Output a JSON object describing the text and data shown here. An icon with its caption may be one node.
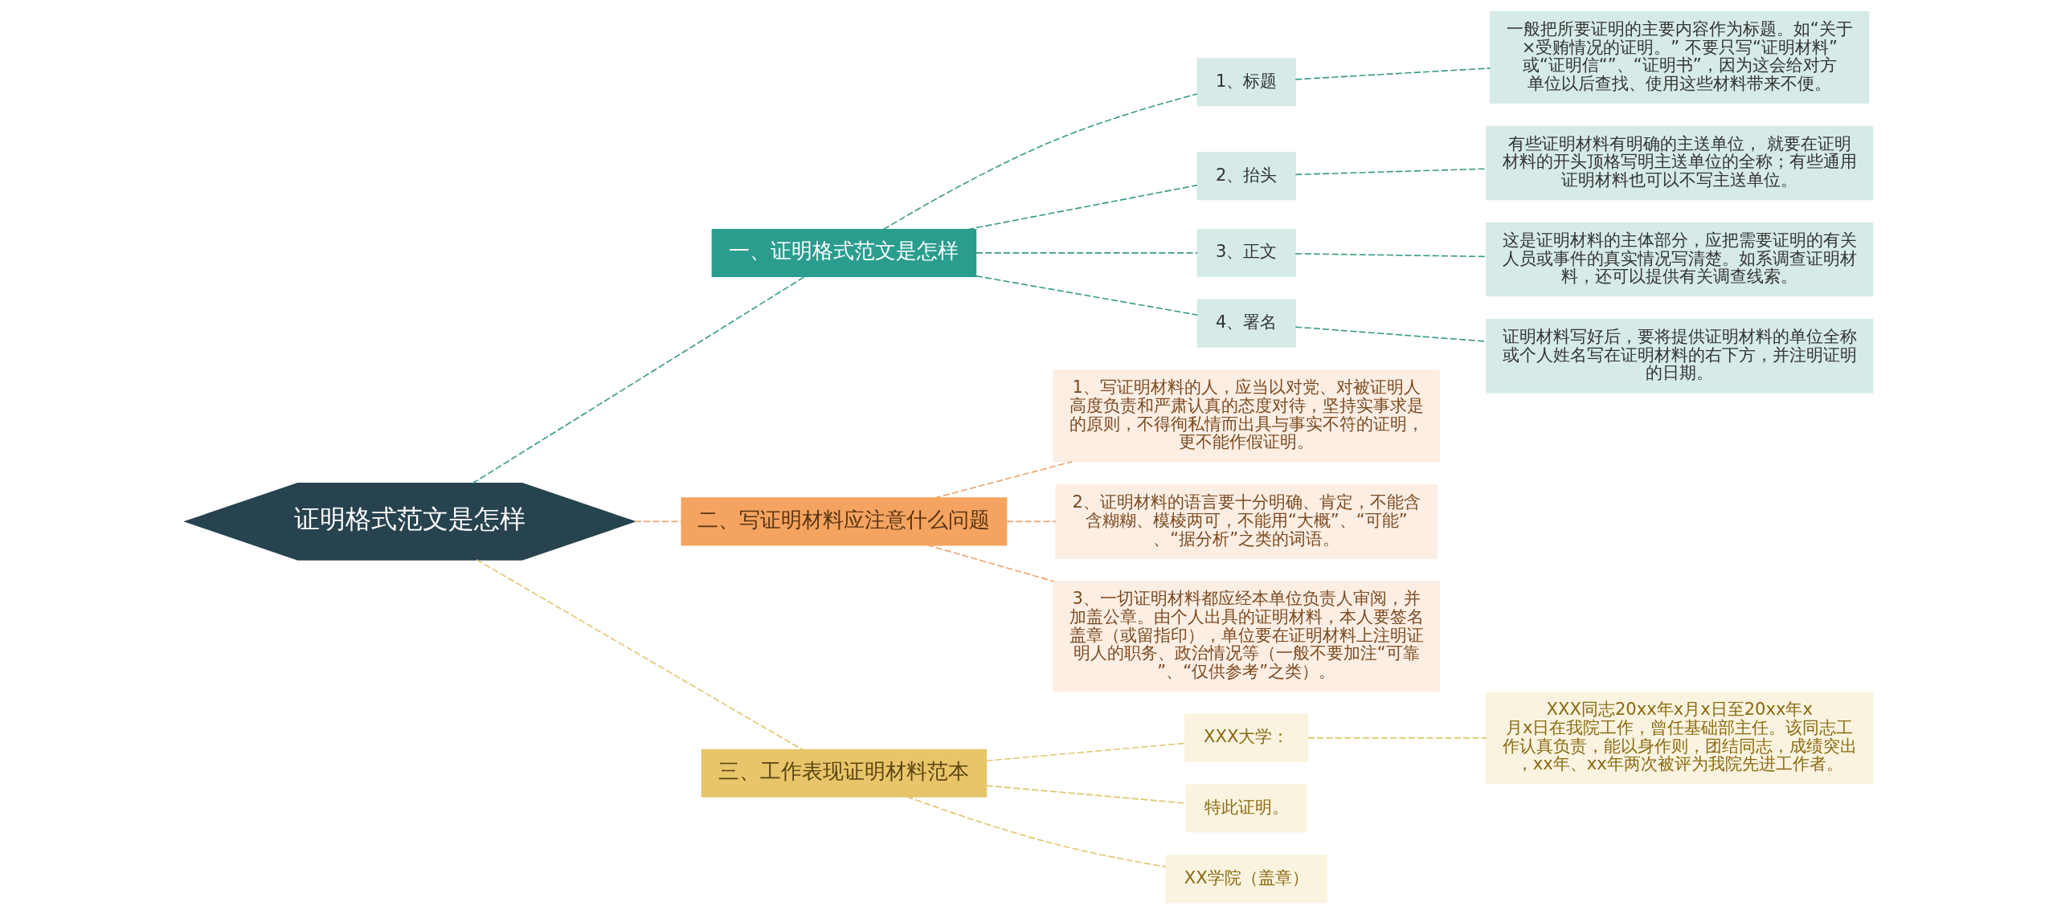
{
  "diagram": {
    "nodes": [
      {
        "text": [
          "证明格式范文是怎样"
        ]
      },
      {
        "text": [
          "一、证明格式范文是怎样"
        ]
      },
      {
        "text": [
          "1、标题"
        ]
      },
      {
        "text": [
          "一般把所要证明的主要内容作为标题。如“关于×受贿情况的证明。” 不要只写“证明材料”或“证明信“”、“证明书”，因为这会给对方单位以后查找、使用这些材料带来不便。"
        ]
      },
      {
        "text": [
          "2、抬头"
        ]
      },
      {
        "text": [
          "有些证明材料有明确的主送单位， 就要在证明材料的开头顶格写明主送单位的全称；有些通用证明材料也可以不写主送单位。"
        ]
      },
      {
        "text": [
          "3、正文"
        ]
      },
      {
        "text": [
          "这是证明材料的主体部分，应把需要证明的有关人员或事件的真实情况写清楚。如系调查证明材料，还可以提供有关调查线索。"
        ]
      },
      {
        "text": [
          "4、署名"
        ]
      },
      {
        "text": [
          "证明材料写好后，要将提供证明材料的单位全称或个人姓名写在证明材料的右下方，并注明证明的日期。"
        ]
      },
      {
        "text": [
          "二、写证明材料应注意什么问题"
        ]
      },
      {
        "text": [
          "1、写证明材料的人，应当以对党、对被证明人高度负责和严肃认真的态度对待，坚持实事求是的原则，不得徇私情而出具与事实不符的证明，更不能作假证明。"
        ]
      },
      {
        "text": [
          "2、证明材料的语言要十分明确、肯定，不能含含糊糊、模棱两可，不能用“大概”、“可能”、“据分析”之类的词语。"
        ]
      },
      {
        "text": [
          "3、一切证明材料都应经本单位负责人审阅，并加盖公章。由个人出具的证明材料，本人要签名盖章（或留指印），单位要在证明材料上注明证明人的职务、政治情况等（一般不要加注“可靠”、“仅供参考”之类）。"
        ]
      },
      {
        "text": [
          "三、工作表现证明材料范本"
        ]
      },
      {
        "text": [
          "XXX大学："
        ]
      },
      {
        "text": [
          "XXX同志20xx年x月x日至20xx年x月x日在我院工作，曾任基础部主任。该同志工作认真负责，能以身作则，团结同志，成绩突出，xx年、xx年两次被评为我院先进工作者。"
        ]
      },
      {
        "text": [
          "特此证明。"
        ]
      },
      {
        "text": [
          "XX学院（盖章）"
        ]
      }
    ],
    "edges": [
      {
        "from": 0,
        "to": 1,
        "arrow": "none",
        "style": "dashed"
      },
      {
        "from": 1,
        "to": 2,
        "arrow": "none",
        "style": "dashed"
      },
      {
        "from": 2,
        "to": 3,
        "arrow": "none",
        "style": "dashed"
      },
      {
        "from": 1,
        "to": 4,
        "arrow": "none",
        "style": "dashed"
      },
      {
        "from": 4,
        "to": 5,
        "arrow": "none",
        "style": "dashed"
      },
      {
        "from": 1,
        "to": 6,
        "arrow": "none",
        "style": "dashed"
      },
      {
        "from": 6,
        "to": 7,
        "arrow": "none",
        "style": "dashed"
      },
      {
        "from": 1,
        "to": 8,
        "arrow": "none",
        "style": "dashed"
      },
      {
        "from": 8,
        "to": 9,
        "arrow": "none",
        "style": "dashed"
      },
      {
        "from": 0,
        "to": 10,
        "arrow": "none",
        "style": "dashed",
        "color": "#f0a46c"
      },
      {
        "from": 10,
        "to": 11,
        "arrow": "none",
        "style": "dashed",
        "color": "#f0a46c"
      },
      {
        "from": 10,
        "to": 12,
        "arrow": "none",
        "style": "dashed",
        "color": "#f0a46c"
      },
      {
        "from": 10,
        "to": 13,
        "arrow": "none",
        "style": "dashed",
        "color": "#f0a46c"
      },
      {
        "from": 0,
        "to": 14,
        "arrow": "none",
        "style": "dashed",
        "color": "#e3c46e"
      },
      {
        "from": 14,
        "to": 15,
        "arrow": "none",
        "style": "dashed",
        "color": "#e3c46e"
      },
      {
        "from": 15,
        "to": 16,
        "arrow": "none",
        "style": "dashed",
        "color": "#e3c46e"
      },
      {
        "from": 14,
        "to": 17,
        "arrow": "none",
        "style": "dashed",
        "color": "#e3c46e"
      },
      {
        "from": 14,
        "to": 18,
        "arrow": "none",
        "style": "dashed",
        "color": "#e3c46e"
      }
    ]
  }
}
